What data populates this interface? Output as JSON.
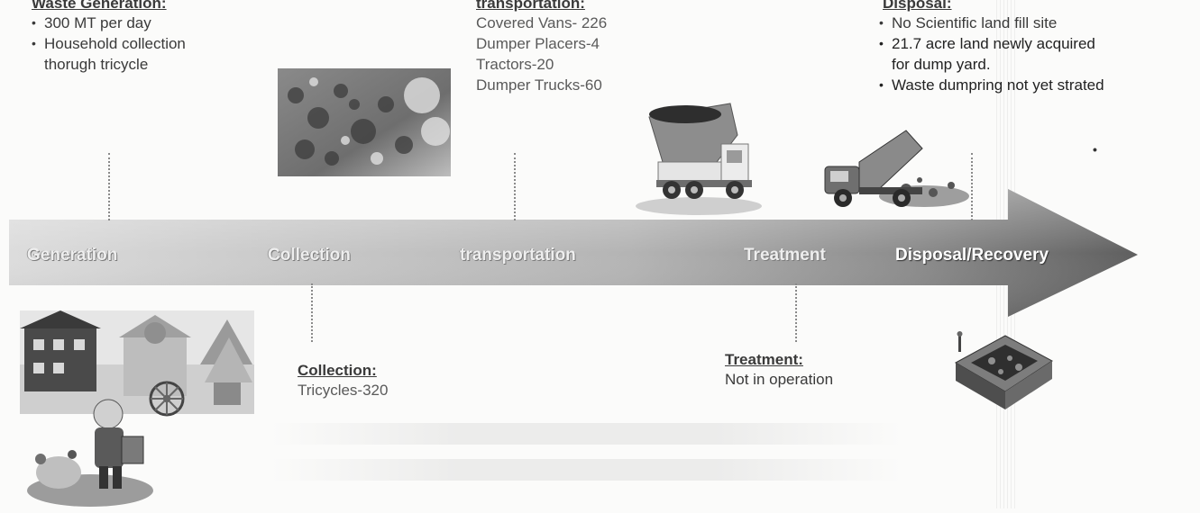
{
  "generation": {
    "heading": "Waste Generation:",
    "bullets": [
      "300 MT per day",
      "Household    collection",
      "thorugh tricycle"
    ]
  },
  "transportation": {
    "heading": "transportation:",
    "lines": [
      "Covered Vans- 226",
      "Dumper Placers-4",
      "Tractors-20",
      "Dumper Trucks-60"
    ]
  },
  "disposal": {
    "heading": "Disposal:",
    "bullets": [
      "No Scientific land fill site",
      "21.7 acre land newly acquired",
      "for dump yard.",
      "Waste dumpring not yet strated"
    ]
  },
  "collection": {
    "heading": "Collection:",
    "lines": [
      "Tricycles-320"
    ]
  },
  "treatment": {
    "heading": "Treatment:",
    "lines": [
      "Not in operation"
    ]
  },
  "arrow": {
    "stages": [
      "Generation",
      "Collection",
      "transportation",
      "Treatment",
      "Disposal/Recovery"
    ]
  },
  "icons": {
    "waste_pile": "waste-pile-photo-icon",
    "dump_truck": "dump-truck-icon",
    "tipper_truck": "tipper-truck-icon",
    "houses": "houses-illustration-icon",
    "collector": "waste-collector-icon",
    "landfill": "landfill-icon"
  },
  "colors": {
    "arrow_dark": "#5f5f5f",
    "arrow_light": "#d9d9d9"
  }
}
